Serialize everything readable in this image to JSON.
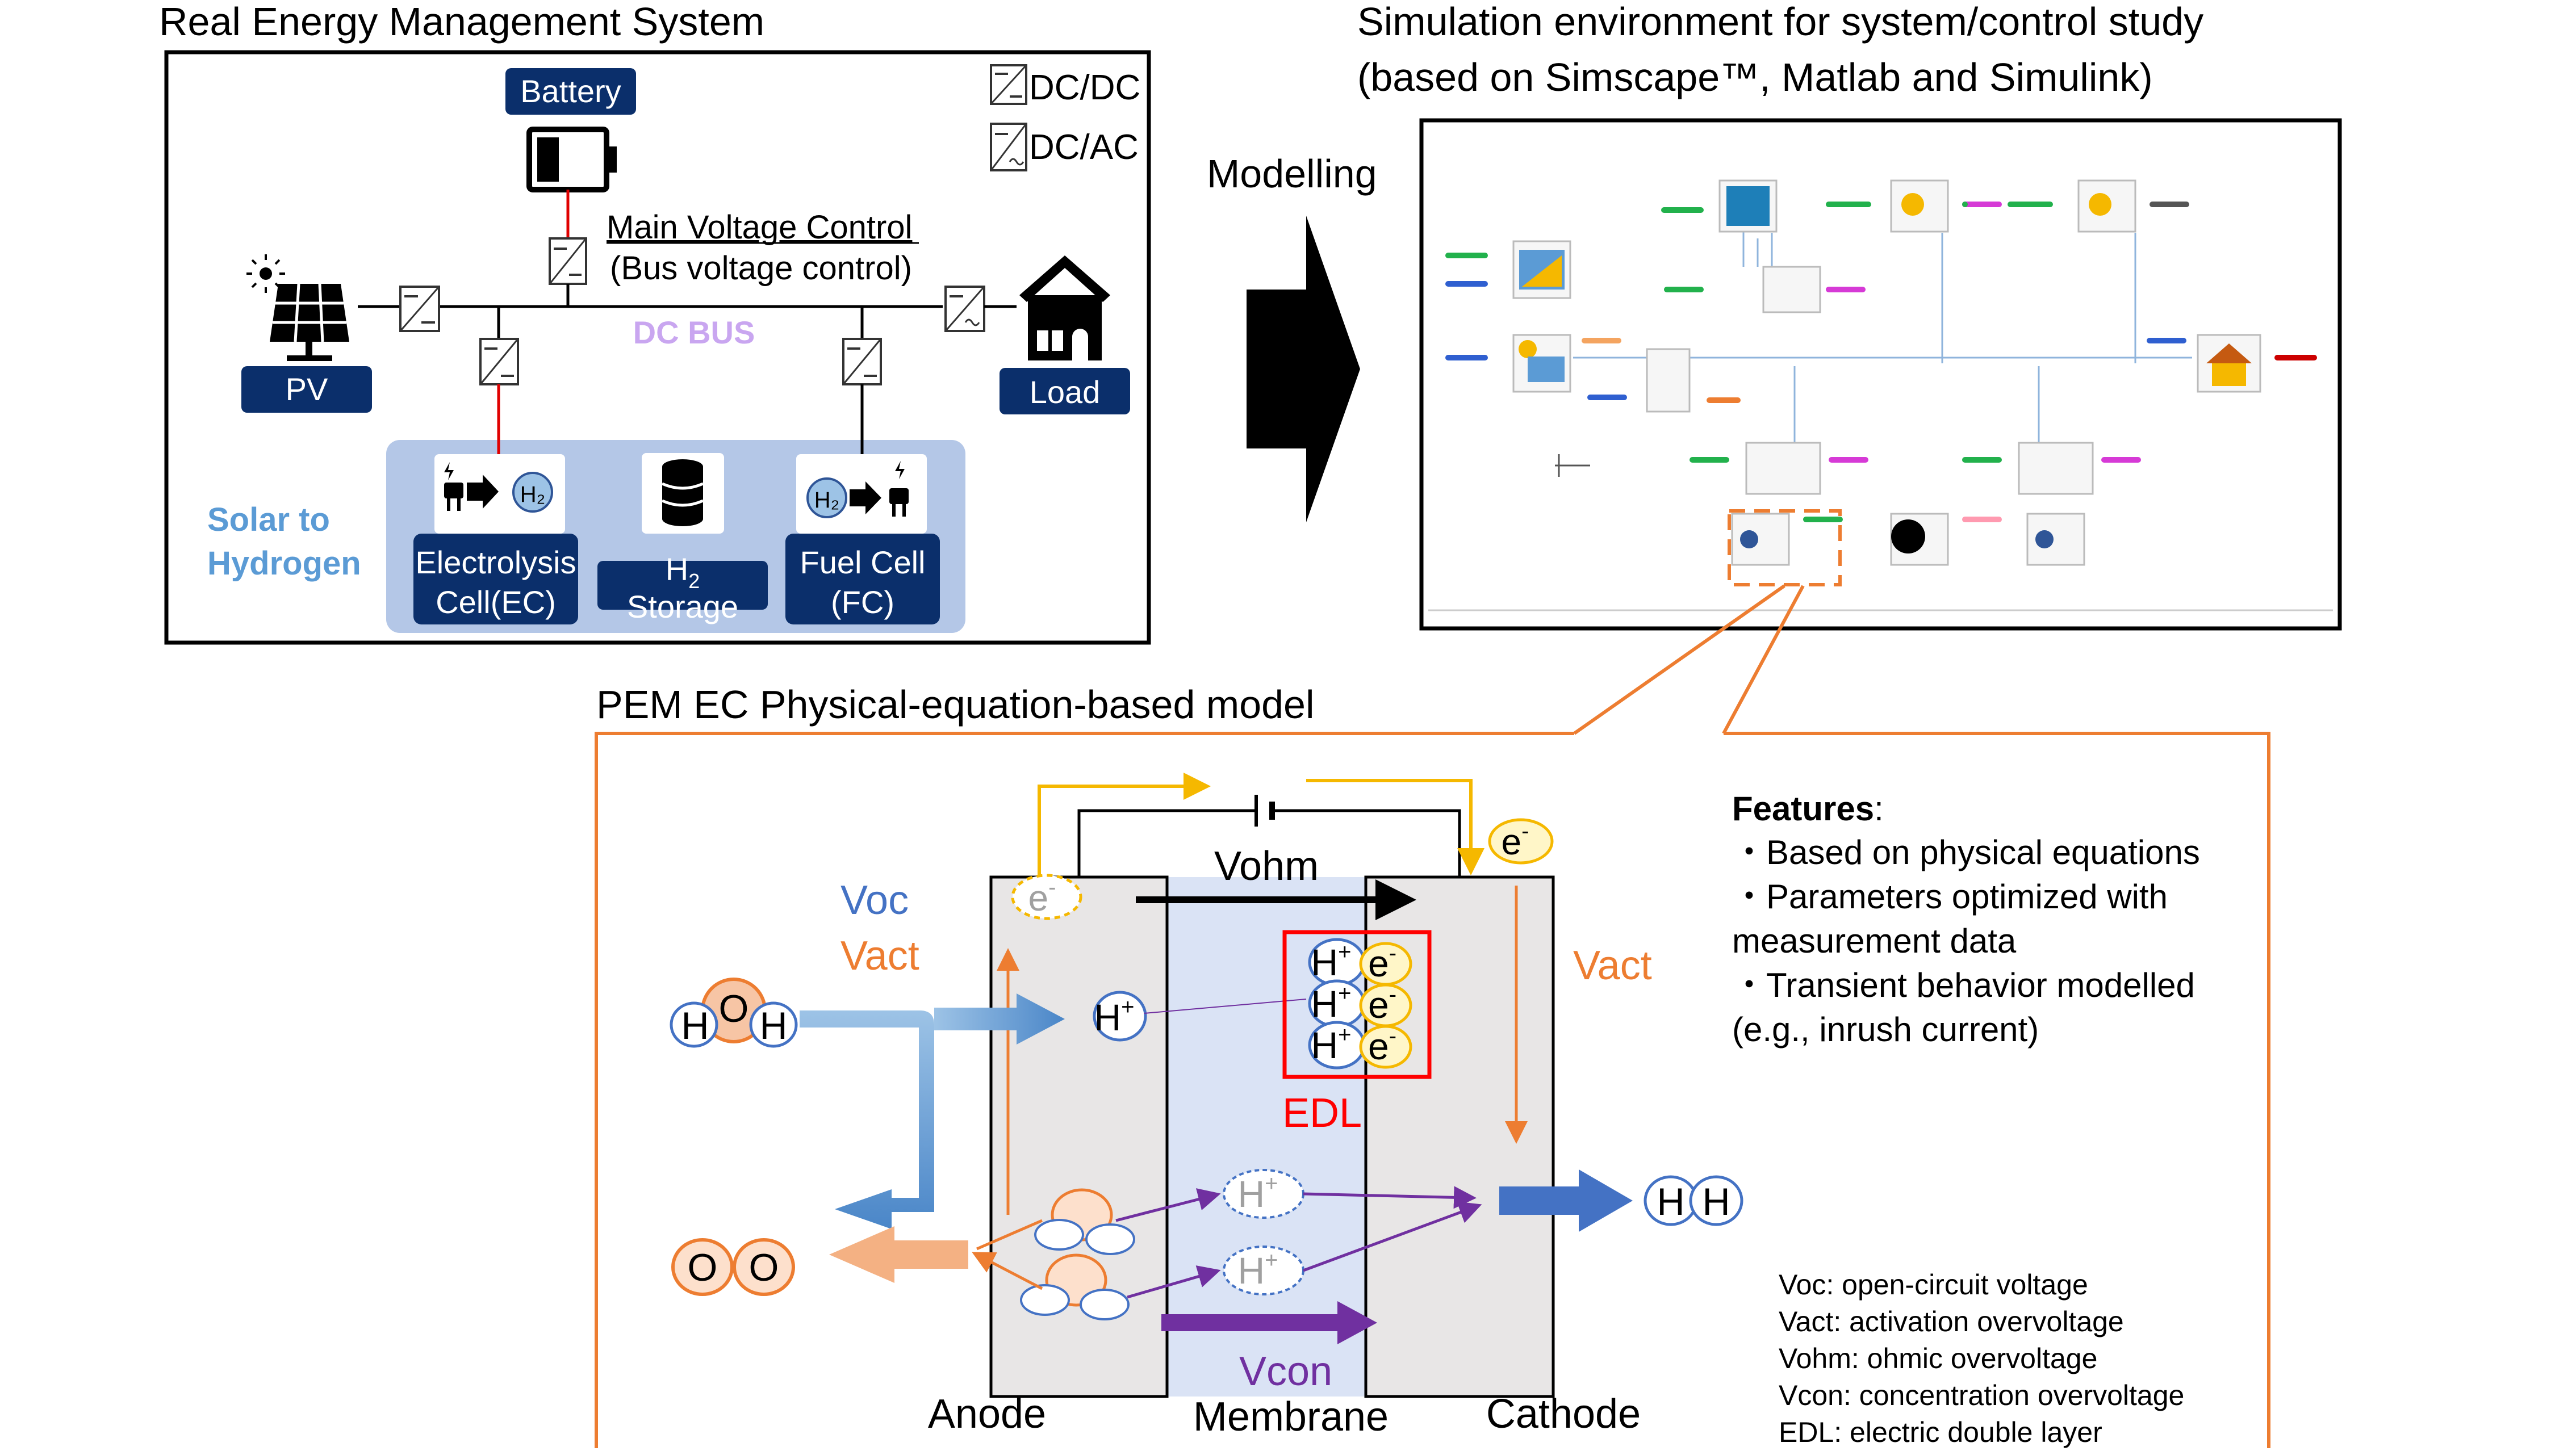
{
  "ems": {
    "title": "Real Energy Management System",
    "battery_label": "Battery",
    "legend_dcdc": "DC/DC",
    "legend_dcac": "DC/AC",
    "main_voltage_control": "Main Voltage Control",
    "bus_voltage_control": "(Bus voltage control)",
    "dc_bus": "DC BUS",
    "pv_label": "PV",
    "load_label": "Load",
    "solar_to": "Solar to",
    "hydrogen": "Hydrogen",
    "ec_line1": "Electrolysis",
    "ec_line2": "Cell(EC)",
    "h2_storage_h": "H",
    "h2_storage_sub": "2",
    "h2_storage_line2": "Storage",
    "fc_line1": "Fuel Cell",
    "fc_line2": "(FC)",
    "h2_icon_text": "H₂"
  },
  "sim": {
    "title_line1": "Simulation environment for system/control study",
    "title_line2": "(based on Simscape™, Matlab and Simulink)",
    "modelling": "Modelling"
  },
  "pem": {
    "title": "PEM EC Physical-equation-based model",
    "vohm": "Vohm",
    "voc": "Voc",
    "vact_left": "Vact",
    "vact_right": "Vact",
    "edl": "EDL",
    "vcon": "Vcon",
    "anode": "Anode",
    "membrane": "Membrane",
    "cathode": "Cathode",
    "h": "H",
    "o": "O",
    "h_plus": "H",
    "plus": "+",
    "e": "e",
    "minus": "-",
    "features_title": "Features",
    "features_colon": ":",
    "features": [
      "・Based on physical equations",
      "・Parameters optimized with",
      "measurement data",
      "・Transient behavior modelled",
      "(e.g., inrush current)"
    ],
    "glossary": [
      "Voc: open-circuit voltage",
      "Vact: activation overvoltage",
      "Vohm: ohmic overvoltage",
      "Vcon: concentration overvoltage",
      "EDL: electric double layer"
    ]
  },
  "colors": {
    "navy": "#0b2f6b",
    "panel_blue": "#b4c7e7",
    "label_blue": "#5b9bd5",
    "dc_bus_purple": "#c9a6f0",
    "orange": "#ed7d31",
    "red": "#ff0000",
    "purple": "#7030a0",
    "gold": "#f5b800",
    "voc_blue": "#4472c4",
    "electrode_gray": "#e8e6e6",
    "membrane_blue": "#dae3f5"
  }
}
